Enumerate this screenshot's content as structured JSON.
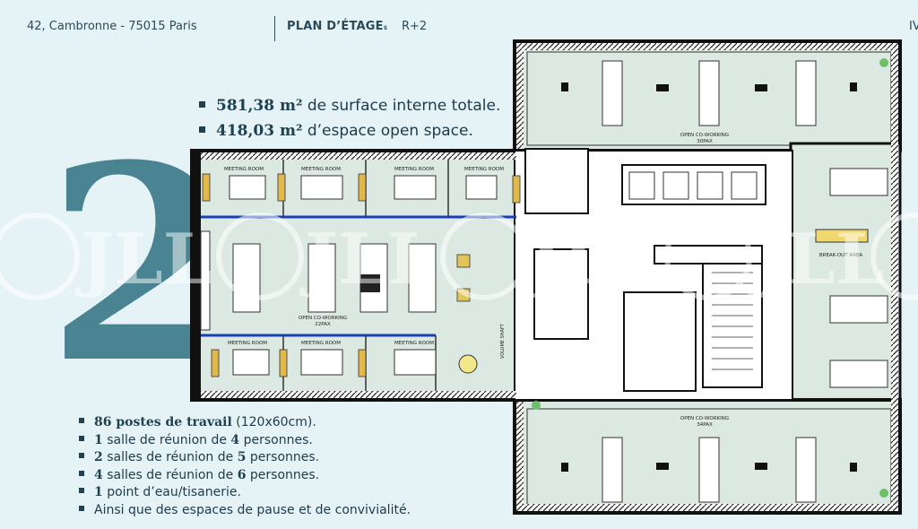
{
  "header": {
    "address": "42, Cambronne - 75015 Paris",
    "plan_label": "PLAN D’ÉTAGE.",
    "separator": "•",
    "level": "R+2",
    "corner_text": "IV"
  },
  "floor_number": "2",
  "watermark": "JLL",
  "stats": [
    {
      "bold": "581,38 m²",
      "text": " de surface interne totale."
    },
    {
      "bold": "418,03 m²",
      "text": " d’espace open space."
    }
  ],
  "features": [
    {
      "bold": "86 postes de travail",
      "text": " (120x60cm)."
    },
    {
      "bold": "1",
      "text": " salle de réunion de  ",
      "bold2": "4",
      "text2": " personnes."
    },
    {
      "bold": "2",
      "text": " salles de réunion de ",
      "bold2": "5",
      "text2": " personnes."
    },
    {
      "bold": "4",
      "text": " salles de réunion de ",
      "bold2": "6",
      "text2": " personnes."
    },
    {
      "bold": "1",
      "text": " point d’eau/tisanerie."
    },
    {
      "bold": "",
      "text": "Ainsi que des espaces de pause et de convivialité."
    }
  ],
  "plan_labels": {
    "meeting_room": "MEETING ROOM",
    "open_coworking": "OPEN CO-WORKING",
    "pax_22": "22PAX",
    "pax_30": "30PAX",
    "pax_34": "34PAX",
    "break_out": "BREAK-OUT AREA",
    "shared": "VOLUME SHAFT",
    "open_coworking_top": "OPEN CO-WORKING",
    "open_coworking_bottom": "OPEN CO-WORKING"
  },
  "colors": {
    "background": "#e6f3f6",
    "accent": "#3d7a8a",
    "text": "#1f4150",
    "plan_floor": "#dbe9e2",
    "glass_wall": "#1a3fb8"
  }
}
